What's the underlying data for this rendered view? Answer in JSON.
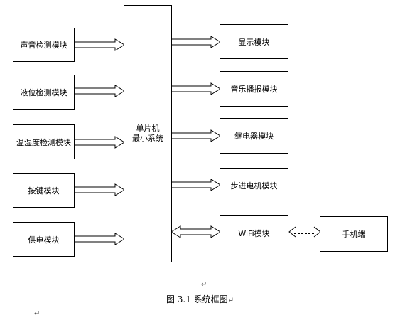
{
  "inputs": [
    "声音检测模块",
    "液位检测模块",
    "温湿度检测模块",
    "按键模块",
    "供电模块"
  ],
  "mcu": {
    "line1": "单片机",
    "line2": "最小系统"
  },
  "outputs": [
    "显示模块",
    "音乐播报模块",
    "继电器模块",
    "步进电机模块",
    "WiFi模块"
  ],
  "phone": "手机端",
  "caption": "图 3.1 系统框图",
  "marks": {
    "paragraph": "↵"
  }
}
